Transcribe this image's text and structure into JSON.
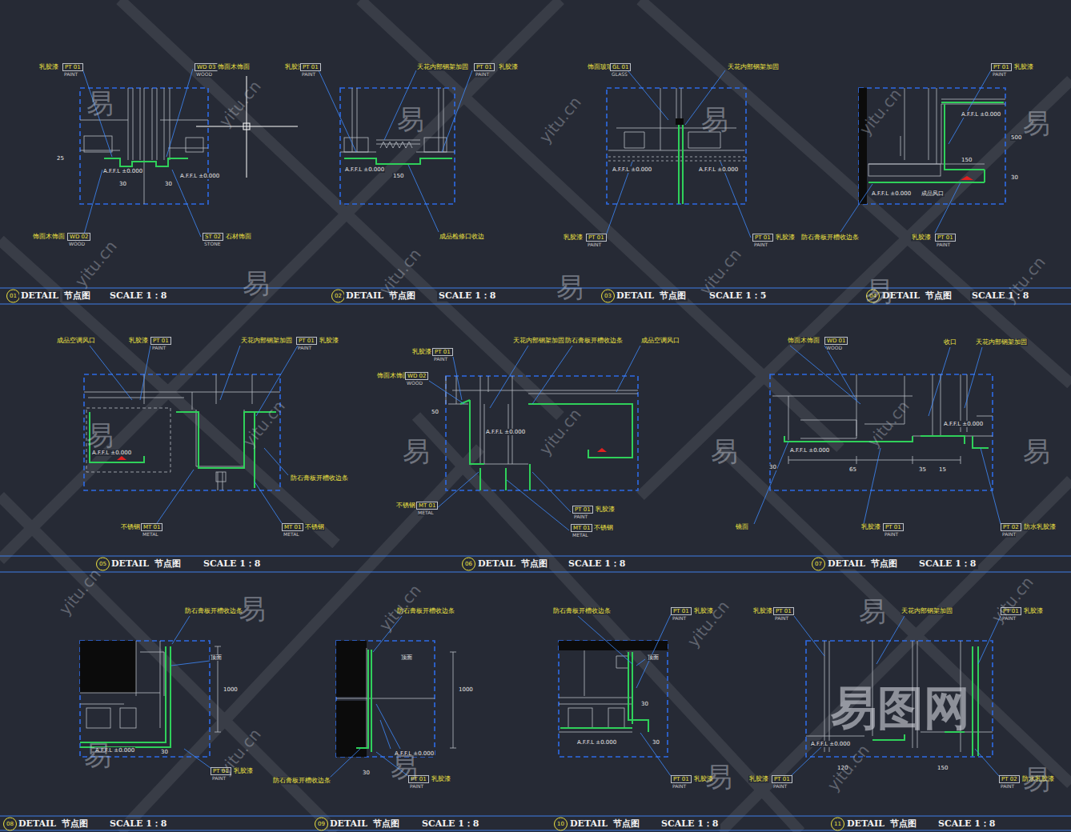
{
  "diagram": {
    "labels": [
      "01",
      "DETAIL",
      "节点图",
      "SCALE 1：8",
      "02",
      "DETAIL",
      "节点图",
      "SCALE 1：8",
      "03",
      "DETAIL",
      "节点图",
      "SCALE 1：5",
      "04",
      "DETAIL",
      "节点图",
      "SCALE 1：8",
      "05",
      "DETAIL",
      "节点图",
      "SCALE 1：8",
      "06",
      "DETAIL",
      "节点图",
      "SCALE 1：8",
      "07",
      "DETAIL",
      "节点图",
      "SCALE 1：8",
      "08",
      "DETAIL",
      "节点图",
      "SCALE 1：8",
      "09",
      "DETAIL",
      "节点图",
      "SCALE 1：8",
      "10",
      "DETAIL",
      "节点图",
      "SCALE 1：8",
      "11",
      "DETAIL",
      "节点图",
      "SCALE 1：8",
      "乳胶漆",
      "PT 01",
      "PAINT",
      "WD 03",
      "饰面木饰面",
      "WOOD",
      "饰面木饰面",
      "WD 02",
      "WOOD",
      "ST 02",
      "石材饰面",
      "STONE",
      "A.F.F.L ±0.000",
      "A.F.F.L ±0.000",
      "30",
      "30",
      "25",
      "乳胶漆",
      "PT 01",
      "PAINT",
      "天花内部钢架加固",
      "PT 01",
      "PAINT",
      "乳胶漆",
      "成品检修口收边",
      "A.F.F.L ±0.000",
      "150",
      "饰面玻璃",
      "GL 01",
      "GLASS",
      "天花内部钢架加固",
      "乳胶漆",
      "PT 01",
      "PAINT",
      "PT 01",
      "乳胶漆",
      "PAINT",
      "A.F.F.L ±0.000",
      "A.F.F.L ±0.000",
      "PT 01",
      "乳胶漆",
      "PAINT",
      "A.F.F.L ±0.000",
      "防石膏板开槽收边条",
      "乳胶漆",
      "PT 01",
      "PAINT",
      "A.F.F.L ±0.000",
      "成品风口",
      "150",
      "500",
      "30",
      "成品空调风口",
      "乳胶漆",
      "PT 01",
      "PAINT",
      "天花内部钢架加固",
      "PT 01",
      "乳胶漆",
      "PAINT",
      "防石膏板开槽收边条",
      "不锈钢",
      "MT 01",
      "METAL",
      "MT 01",
      "不锈钢",
      "METAL",
      "A.F.F.L ±0.000",
      "乳胶漆",
      "PT 01",
      "PAINT",
      "饰面木饰面",
      "WD 02",
      "WOOD",
      "天花内部钢架加固",
      "防石膏板开槽收边条",
      "成品空调风口",
      "不锈钢",
      "MT 01",
      "METAL",
      "PT 01",
      "乳胶漆",
      "PAINT",
      "MT 01",
      "不锈钢",
      "METAL",
      "A.F.F.L ±0.000",
      "50",
      "饰面木饰面",
      "WD 01",
      "WOOD",
      "收口",
      "天花内部钢架加固",
      "镜面",
      "乳胶漆",
      "PT 01",
      "PAINT",
      "PT 02",
      "防水乳胶漆",
      "PAINT",
      "A.F.F.L ±0.000",
      "A.F.F.L ±0.000",
      "65",
      "35",
      "15",
      "30",
      "防石膏板开槽收边条",
      "顶面",
      "1000",
      "A.F.F.L ±0.000",
      "30",
      "PT 01",
      "乳胶漆",
      "PAINT",
      "防石膏板开槽收边条",
      "顶面",
      "1000",
      "A.F.F.L ±0.000",
      "30",
      "防石膏板开槽收边条",
      "PT 01",
      "乳胶漆",
      "PAINT",
      "防石膏板开槽收边条",
      "PT 01",
      "乳胶漆",
      "PAINT",
      "顶面",
      "A.F.F.L ±0.000",
      "30",
      "30",
      "PT 01",
      "乳胶漆",
      "PAINT",
      "乳胶漆",
      "PT 01",
      "PAINT",
      "天花内部钢架加固",
      "PT 01",
      "乳胶漆",
      "PAINT",
      "乳胶漆",
      "PT 01",
      "PAINT",
      "PT 02",
      "防水乳胶漆",
      "PAINT",
      "120",
      "150",
      "A.F.F.L ±0.000",
      "易",
      "易",
      "易",
      "易",
      "易",
      "易",
      "易",
      "易",
      "易",
      "易",
      "易",
      "易",
      "易",
      "易",
      "易",
      "易",
      "易",
      "yitu.cn",
      "yitu.cn",
      "yitu.cn",
      "yitu.cn",
      "yitu.cn",
      "yitu.cn",
      "yitu.cn",
      "yitu.cn",
      "yitu.cn",
      "yitu.cn",
      "yitu.cn",
      "yitu.cn",
      "yitu.cn",
      "yitu.cn",
      "yitu.cn",
      "yitu.cn",
      "易图网"
    ]
  }
}
